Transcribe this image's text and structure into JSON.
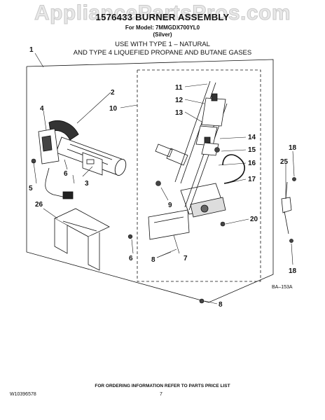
{
  "watermark": "AppliancePartsPros.com",
  "header": {
    "title": "1576433 BURNER ASSEMBLY",
    "model_line": "For Model: 7MMGDX700YL0",
    "color": "(Silver)",
    "use_line_1": "USE WITH TYPE 1 –   NATURAL",
    "use_line_2": "AND TYPE 4    LIQUEFIED PROPANE AND BUTANE GASES"
  },
  "callouts": {
    "c1": "1",
    "c2": "2",
    "c3": "3",
    "c4": "4",
    "c5": "5",
    "c6a": "6",
    "c6b": "6",
    "c7": "7",
    "c8a": "8",
    "c8b": "8",
    "c9": "9",
    "c10": "10",
    "c11": "11",
    "c12": "12",
    "c13": "13",
    "c14": "14",
    "c15": "15",
    "c16": "16",
    "c17": "17",
    "c18a": "18",
    "c18b": "18",
    "c20": "20",
    "c25": "25",
    "c26": "26"
  },
  "figure_code": "BA–153A",
  "footer": {
    "ordering_note": "FOR ORDERING INFORMATION REFER TO PARTS PRICE LIST",
    "doc_number": "W10396578",
    "page_number": "7"
  }
}
